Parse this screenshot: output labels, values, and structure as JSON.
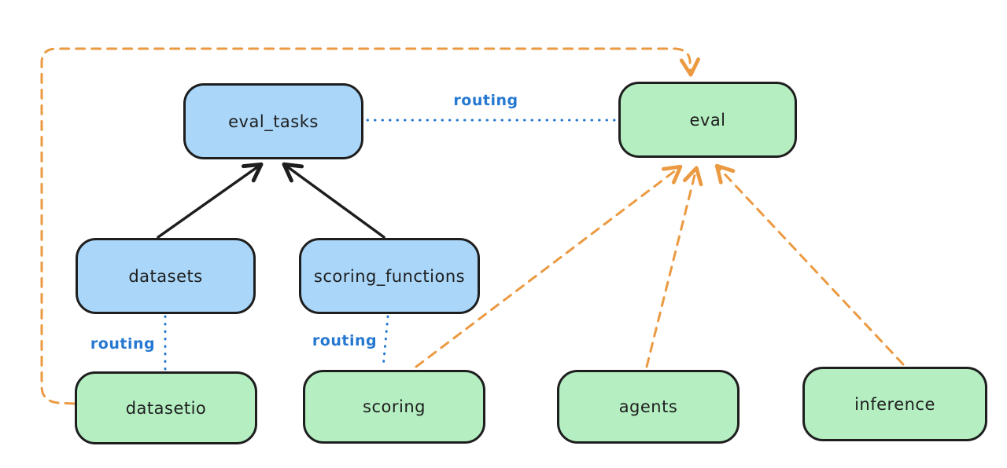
{
  "nodes": {
    "eval_tasks": {
      "label": "eval_tasks",
      "kind": "api"
    },
    "eval": {
      "label": "eval",
      "kind": "provider"
    },
    "datasets": {
      "label": "datasets",
      "kind": "api"
    },
    "scoring_functions": {
      "label": "scoring_functions",
      "kind": "api"
    },
    "datasetio": {
      "label": "datasetio",
      "kind": "provider"
    },
    "scoring": {
      "label": "scoring",
      "kind": "provider"
    },
    "agents": {
      "label": "agents",
      "kind": "provider"
    },
    "inference": {
      "label": "inference",
      "kind": "provider"
    }
  },
  "edge_labels": {
    "eval_tasks_eval": "routing",
    "datasets_datasetio": "routing",
    "scoring_functions_scoring": "routing"
  },
  "colors": {
    "api_box_fill": "#a9d6f9",
    "provider_box_fill": "#b4eec1",
    "box_border": "#1e1e1e",
    "routing_blue": "#2578d1",
    "provider_arrow_orange": "#eb9a42",
    "dependency_arrow_black": "#1e1e1e",
    "background": "#ffffff"
  }
}
